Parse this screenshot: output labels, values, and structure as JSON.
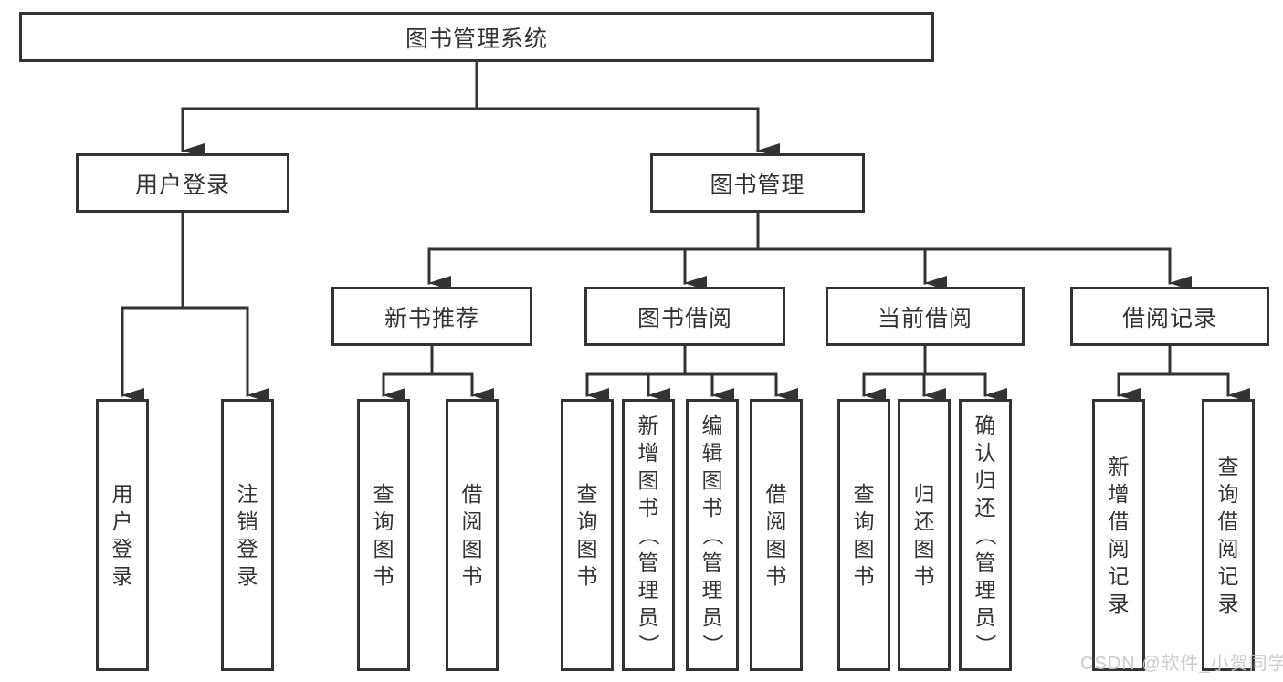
{
  "diagram": {
    "root": {
      "label": "图书管理系统"
    },
    "level2": [
      {
        "label": "用户登录"
      },
      {
        "label": "图书管理"
      }
    ],
    "level3": [
      {
        "parent": "图书管理",
        "label": "新书推荐"
      },
      {
        "parent": "图书管理",
        "label": "图书借阅"
      },
      {
        "parent": "图书管理",
        "label": "当前借阅"
      },
      {
        "parent": "图书管理",
        "label": "借阅记录"
      }
    ],
    "leaves": [
      {
        "parent": "用户登录",
        "label": "用户登录"
      },
      {
        "parent": "用户登录",
        "label": "注销登录"
      },
      {
        "parent": "新书推荐",
        "label": "查询图书"
      },
      {
        "parent": "新书推荐",
        "label": "借阅图书"
      },
      {
        "parent": "图书借阅",
        "label": "查询图书"
      },
      {
        "parent": "图书借阅",
        "label": "新增图书（管理员）"
      },
      {
        "parent": "图书借阅",
        "label": "编辑图书（管理员）"
      },
      {
        "parent": "图书借阅",
        "label": "借阅图书"
      },
      {
        "parent": "当前借阅",
        "label": "查询图书"
      },
      {
        "parent": "当前借阅",
        "label": "归还图书"
      },
      {
        "parent": "当前借阅",
        "label": "确认归还（管理员）"
      },
      {
        "parent": "借阅记录",
        "label": "新增借阅记录"
      },
      {
        "parent": "借阅记录",
        "label": "查询借阅记录"
      }
    ],
    "watermark": "CSDN @软件_小贺同学",
    "colors": {
      "line": "#333333",
      "text": "#333333",
      "background": "#ffffff",
      "watermark": "#c9c9c9"
    }
  }
}
